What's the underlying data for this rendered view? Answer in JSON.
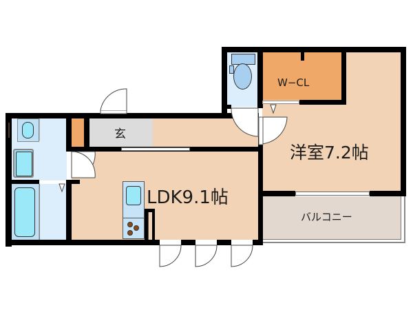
{
  "floorplan": {
    "rooms": {
      "entrance": {
        "label": "玄"
      },
      "ldk": {
        "label": "LDK9.1帖"
      },
      "western_room": {
        "label": "洋室7.2帖"
      },
      "walk_in_closet": {
        "label": "W−CL"
      },
      "balcony": {
        "label": "バルコニー"
      },
      "toilet": {
        "label": ""
      },
      "washroom": {
        "label": ""
      },
      "bathroom": {
        "label": ""
      },
      "shoe_closet": {
        "label": ""
      }
    },
    "colors": {
      "living": "#f3d3b6",
      "closet": "#f0a868",
      "wet": "#dceefb",
      "fixture": "#a9def2",
      "entrance": "#dcdcdc",
      "balcony": "#e3d8cf",
      "wall": "#000000"
    }
  }
}
